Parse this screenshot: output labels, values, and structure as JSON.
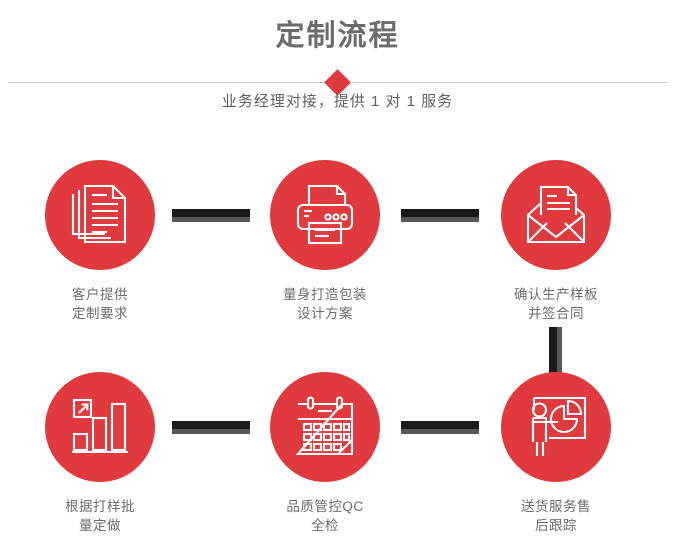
{
  "header": {
    "title": "定制流程",
    "subtitle": "业务经理对接，提供 1 对 1 服务"
  },
  "theme": {
    "accent_red": "#e13a3e",
    "label_gray": "#6d6d6d",
    "title_gray": "#6b6b6b",
    "connector_dark": "#1b1b1b",
    "connector_light": "#575757",
    "divider_gray": "#c9c9c9",
    "background": "#ffffff"
  },
  "flow": {
    "steps": [
      {
        "index": 1,
        "icon": "documents-stack-icon",
        "label": "客户提供\n定制要求"
      },
      {
        "index": 2,
        "icon": "printer-icon",
        "label": "量身打造包装\n设计方案"
      },
      {
        "index": 3,
        "icon": "envelope-letter-icon",
        "label": "确认生产样板\n并签合同"
      },
      {
        "index": 4,
        "icon": "bar-chart-growth-icon",
        "label": "根据打样批\n量定做"
      },
      {
        "index": 5,
        "icon": "calendar-icon",
        "label": "品质管控QC\n全检"
      },
      {
        "index": 6,
        "icon": "presentation-pie-chart-icon",
        "label": "送货服务售\n后跟踪"
      }
    ],
    "connectors": [
      {
        "name": "connector-1-2",
        "orientation": "horizontal"
      },
      {
        "name": "connector-2-3",
        "orientation": "horizontal"
      },
      {
        "name": "connector-3-4",
        "orientation": "vertical"
      },
      {
        "name": "connector-4-5",
        "orientation": "horizontal"
      },
      {
        "name": "connector-5-6",
        "orientation": "horizontal"
      }
    ]
  }
}
